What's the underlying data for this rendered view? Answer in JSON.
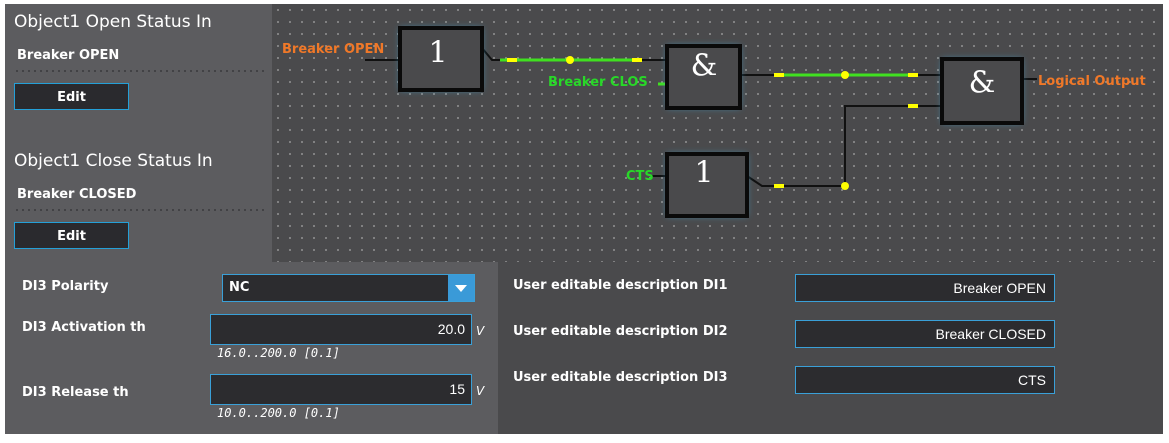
{
  "open_status": {
    "title": "Object1 Open Status In",
    "signal": "Breaker OPEN",
    "edit_label": "Edit"
  },
  "close_status": {
    "title": "Object1 Close Status In",
    "signal": "Breaker CLOSED",
    "edit_label": "Edit"
  },
  "diagram": {
    "inputs": {
      "breaker_open": "Breaker OPEN",
      "breaker_closed": "Breaker CLOS",
      "cts": "CTS"
    },
    "output": "Logical Output",
    "gates": {
      "not1": "1",
      "and1": "&",
      "not2": "1",
      "and2": "&"
    },
    "colors": {
      "background": "#4a4a4c",
      "input_label": "#f07828",
      "active_label": "#28d828",
      "active_wire": "#40e020",
      "inactive_wire": "#111111",
      "port": "#ffff00",
      "gate_border": "#0a0a0a",
      "gate_glow": "#3aa8d8"
    }
  },
  "settings": {
    "polarity": {
      "label": "DI3 Polarity",
      "value": "NC"
    },
    "activation": {
      "label": "DI3 Activation th",
      "value": "20.0",
      "unit": "V",
      "range": "16.0..200.0 [0.1]"
    },
    "release": {
      "label": "DI3 Release th",
      "value": "15",
      "unit": "V",
      "range": "10.0..200.0 [0.1]"
    }
  },
  "descriptions": [
    {
      "label": "User editable description DI1",
      "value": "Breaker OPEN"
    },
    {
      "label": "User editable description DI2",
      "value": "Breaker CLOSED"
    },
    {
      "label": "User editable description DI3",
      "value": "CTS"
    }
  ],
  "colors": {
    "panel": "#5c5c5f",
    "panel_dark": "#4a4a4c",
    "accent": "#24a0d8",
    "field_bg": "#2c2c2f",
    "text": "#ffffff"
  }
}
